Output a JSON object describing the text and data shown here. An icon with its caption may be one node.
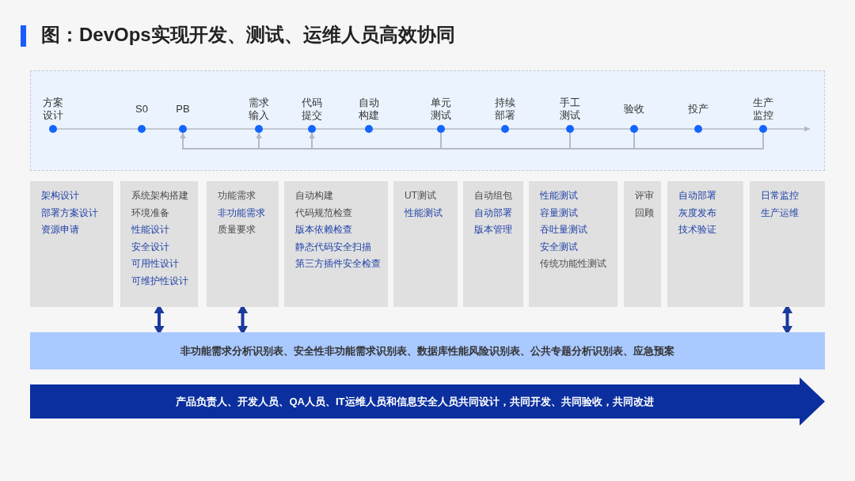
{
  "diagram": {
    "title": "图：DevOps实现开发、测试、运维人员高效协同",
    "nodes": [
      {
        "text": [],
        "shape": "box"
      },
      {
        "text": [],
        "shape": "circle",
        "in": 0,
        "beside": [
          "方案设计"
        ]
      },
      {
        "text": [],
        "shape": "circle",
        "in": 0,
        "beside": [
          "S0"
        ]
      },
      {
        "text": [],
        "shape": "circle",
        "in": 0,
        "beside": [
          "PB"
        ]
      },
      {
        "text": [],
        "shape": "circle",
        "in": 0,
        "beside": [
          "需求输入"
        ]
      },
      {
        "text": [],
        "shape": "circle",
        "in": 0,
        "beside": [
          "代码提交"
        ]
      },
      {
        "text": [],
        "shape": "circle",
        "in": 0,
        "beside": [
          "自动构建"
        ]
      },
      {
        "text": [],
        "shape": "circle",
        "in": 0,
        "beside": [
          "单元测试"
        ]
      },
      {
        "text": [],
        "shape": "circle",
        "in": 0,
        "beside": [
          "持续部署"
        ]
      },
      {
        "text": [],
        "shape": "circle",
        "in": 0,
        "beside": [
          "手工测试"
        ]
      },
      {
        "text": [],
        "shape": "circle",
        "in": 0,
        "beside": [
          "验收"
        ]
      },
      {
        "text": [],
        "shape": "circle",
        "in": 0,
        "beside": [
          "投产"
        ]
      },
      {
        "text": [],
        "shape": "circle",
        "in": 0,
        "beside": [
          "生产监控"
        ]
      },
      {
        "text": [
          "架构设计",
          "部署方案设计",
          "资源申请"
        ]
      },
      {
        "text": [
          "系统架构搭建",
          "环境准备",
          "性能设计",
          "安全设计",
          "可用性设计",
          "可维护性设计"
        ]
      },
      {
        "text": [
          "功能需求",
          "非功能需求",
          "质量要求"
        ]
      },
      {
        "text": [
          "自动构建",
          "代码规范检查",
          "版本依赖检查",
          "静态代码安全扫描",
          "第三方插件安全检查"
        ]
      },
      {
        "text": [
          "UT测试",
          "性能测试"
        ]
      },
      {
        "text": [
          "自动组包",
          "自动部署",
          "版本管理"
        ]
      },
      {
        "text": [
          "性能测试",
          "容量测试",
          "吞吐量测试",
          "安全测试",
          "传统功能性测试"
        ]
      },
      {
        "text": [
          "评审",
          "回顾"
        ]
      },
      {
        "text": [
          "自动部署",
          "灰度发布",
          "技术验证"
        ]
      },
      {
        "text": [
          "日常监控",
          "生产运维"
        ]
      },
      {
        "text": [
          "非功能需求分析识别表、安全性非功能需求识别表、数据库性能风险识别表、公共专题分析识别表、应急预案"
        ]
      },
      {
        "text": [
          "产品负责人、开发人员、QA人员、IT运维人员和信息安全人员共同设计，共同开发、共同验收，共同改进"
        ]
      }
    ],
    "edges": [
      {
        "from": 1,
        "to": 2,
        "arrow": "none"
      },
      {
        "from": 2,
        "to": 3,
        "arrow": "none"
      },
      {
        "from": 3,
        "to": 4,
        "arrow": "none"
      },
      {
        "from": 4,
        "to": 5,
        "arrow": "none"
      },
      {
        "from": 5,
        "to": 6,
        "arrow": "none"
      },
      {
        "from": 6,
        "to": 7,
        "arrow": "none"
      },
      {
        "from": 7,
        "to": 8,
        "arrow": "none"
      },
      {
        "from": 8,
        "to": 9,
        "arrow": "none"
      },
      {
        "from": 9,
        "to": 10,
        "arrow": "none"
      },
      {
        "from": 10,
        "to": 11,
        "arrow": "none"
      },
      {
        "from": 11,
        "to": 12,
        "arrow": "none"
      },
      {
        "from": 12,
        "to": null,
        "arrow": "to"
      },
      {
        "from": 7,
        "to": 3,
        "arrow": "to"
      },
      {
        "from": 7,
        "to": 4,
        "arrow": "to"
      },
      {
        "from": 7,
        "to": 5,
        "arrow": "to"
      },
      {
        "from": 9,
        "to": 3,
        "arrow": "to"
      },
      {
        "from": 9,
        "to": 4,
        "arrow": "to"
      },
      {
        "from": 9,
        "to": 5,
        "arrow": "to"
      },
      {
        "from": 10,
        "to": 3,
        "arrow": "to"
      },
      {
        "from": 10,
        "to": 4,
        "arrow": "to"
      },
      {
        "from": 10,
        "to": 5,
        "arrow": "to"
      },
      {
        "from": 12,
        "to": 3,
        "arrow": "to"
      },
      {
        "from": 12,
        "to": 4,
        "arrow": "to"
      },
      {
        "from": 12,
        "to": 5,
        "arrow": "to"
      },
      {
        "from": 14,
        "to": 23,
        "arrow": "both",
        "style": "thick",
        "color": "#1a3a9c"
      },
      {
        "from": 15,
        "to": 23,
        "arrow": "both",
        "style": "thick",
        "color": "#1a3a9c"
      },
      {
        "from": 22,
        "to": 23,
        "arrow": "both",
        "style": "thick",
        "color": "#1a3a9c"
      }
    ]
  }
}
